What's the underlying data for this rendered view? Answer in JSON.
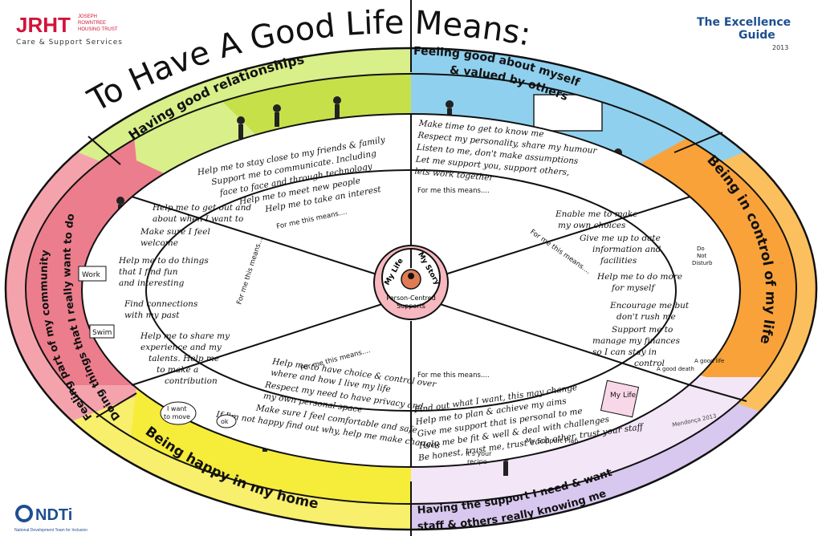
{
  "logos": {
    "jrht_mark": "JRHT",
    "jrht_line1": "JOSEPH",
    "jrht_line2": "ROWNTREE",
    "jrht_line3": "HOUSING TRUST",
    "jrht_tagline": "Care & Support Services",
    "excellence_line1": "The Excellence",
    "excellence_line2": "Guide",
    "excellence_year": "2013",
    "ndti_mark": "NDTi",
    "ndti_sub": "National Development Team for Inclusion"
  },
  "title": "To Have A Good Life Means:",
  "signature": "Mendonça 2013",
  "center": {
    "left_word": "My Life",
    "right_word": "My Story",
    "bottom_line1": "Person-Centred",
    "bottom_line2": "Supports"
  },
  "for_me_label": "For me this means....",
  "sections": {
    "relationships": {
      "header": "Having good relationships",
      "lines": [
        "Help me to stay close to my friends & family",
        "Support me to communicate. Including",
        "face to face and through technology",
        "Help me to meet new people",
        "Help me to take an interest"
      ]
    },
    "valued": {
      "header_line1": "Feeling good about myself",
      "header_line2": "& valued by others",
      "lines": [
        "Make time to get to know me",
        "Respect my personality, share my humour",
        "Listen to me, don't make assumptions",
        "Let me support you, support others,",
        "lets work together"
      ]
    },
    "control": {
      "header": "Being in control of my life",
      "lines": [
        "Enable me to make",
        "my own choices",
        "Give me up to date",
        "information and",
        "facilities",
        "Help me to do more",
        "for myself",
        "Encourage me but",
        "don't rush me",
        "Support me to",
        "manage my finances",
        "so I can stay in",
        "control"
      ]
    },
    "support": {
      "header_line1": "Having the support I need & want",
      "header_line2": "staff & others really knowing me",
      "lines": [
        "Find out what I want, this may change",
        "Help me to plan & achieve my aims",
        "Give me support that is personal to me",
        "Help me be fit & well & deal with challenges",
        "Be honest, trust me, trust each other, trust your staff"
      ]
    },
    "home": {
      "header": "Being happy in my home",
      "lines": [
        "Help me to have choice & control over",
        "where and how I live my life",
        "Respect my need to have privacy and",
        "my own personal space",
        "Make sure I feel comfortable and safe",
        "If I'm not happy find out why, help me make changes"
      ]
    },
    "community": {
      "header_line1": "Doing things that I really want to do",
      "header_line2": "Feeling part of my community",
      "lines": [
        "Help me to get out and",
        "about when I want to",
        "Make sure I feel",
        "welcome",
        "Help me to do things",
        "that I find fun",
        "and interesting",
        "Find connections",
        "with my past",
        "Help me to share my",
        "experience and my",
        "talents. Help me",
        "to make a",
        "contribution"
      ]
    }
  },
  "illustration_labels": {
    "work": "Work",
    "swim": "Swim",
    "do_not_disturb_1": "Do",
    "do_not_disturb_2": "Not",
    "do_not_disturb_3": "Disturb",
    "good_life": "A good life",
    "good_death": "A good death",
    "my_life_book": "My Life",
    "support_plan": "My Support Plan",
    "its_your_recipe_1": "It's your",
    "its_your_recipe_2": "recipe",
    "i_want_to_move_1": "I want",
    "i_want_to_move_2": "to move",
    "ok": "ok"
  },
  "colors": {
    "green": "#c6e04a",
    "blue": "#8fd0ee",
    "orange": "#f9a23a",
    "pink": "#ec7d8d",
    "yellow": "#f6ec3a",
    "outer_green": "#d8ef8a",
    "outer_orange": "#fbbf5e",
    "outer_pink": "#f4a3ad",
    "outer_yellow": "#f8ef6c",
    "jrht_red": "#d2143a",
    "ndti_blue": "#1d4f91"
  }
}
